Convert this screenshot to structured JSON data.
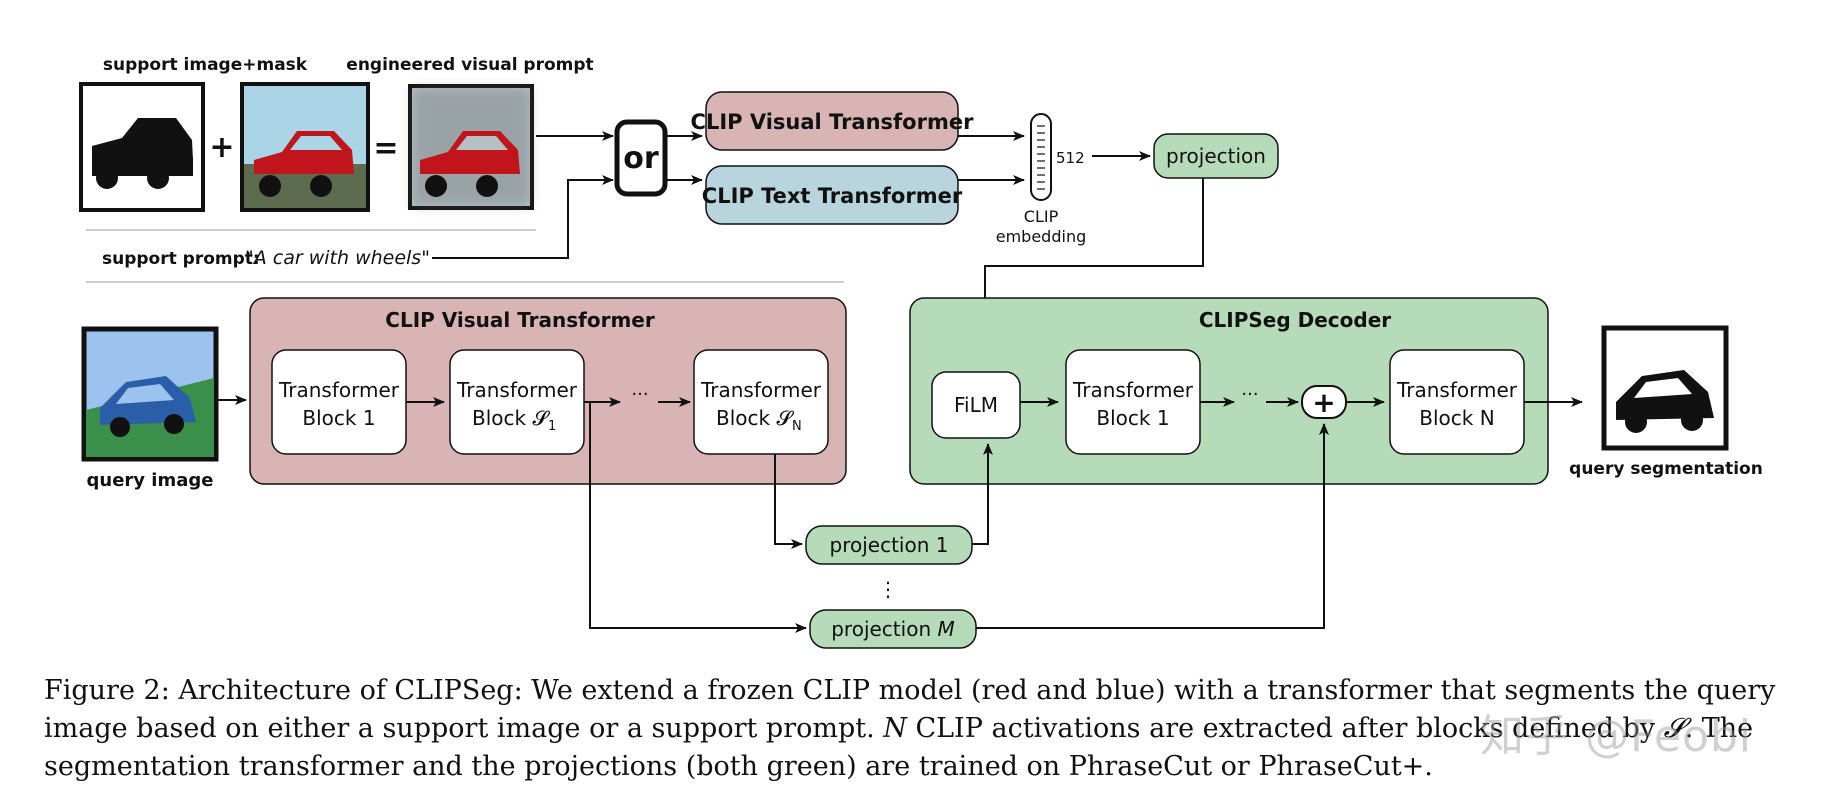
{
  "top": {
    "support_image_mask_label": "support image+mask",
    "engineered_prompt_label": "engineered visual prompt",
    "plus_sign": "+",
    "equals_sign": "=",
    "or_label": "or",
    "support_prompt_label": "support prompt:",
    "support_prompt_text": "\"A car with wheels\"",
    "clip_visual_transformer": "CLIP Visual Transformer",
    "clip_text_transformer": "CLIP Text Transformer",
    "embedding_dim": "512",
    "clip_embedding_line1": "CLIP",
    "clip_embedding_line2": "embedding",
    "projection": "projection"
  },
  "bottom": {
    "query_image_label": "query image",
    "encoder_title": "CLIP Visual Transformer",
    "block1_line1": "Transformer",
    "block1_line2": "Block 1",
    "blockS1_line1": "Transformer",
    "blockS1_line2": "Block 𝓢",
    "blockS1_sub": "1",
    "ellipsis": "···",
    "blockSN_line1": "Transformer",
    "blockSN_line2": "Block 𝓢",
    "blockSN_sub": "N",
    "decoder_title": "CLIPSeg Decoder",
    "film": "FiLM",
    "dec_block1_line1": "Transformer",
    "dec_block1_line2": "Block 1",
    "dec_ellipsis": "···",
    "add_symbol": "+",
    "dec_blockN_line1": "Transformer",
    "dec_blockN_line2": "Block N",
    "query_segmentation_label": "query segmentation",
    "projection_1": "projection 1",
    "vertical_dots": "⋮",
    "projection_m_prefix": "projection ",
    "projection_m_var": "M"
  },
  "caption": {
    "lead": "Figure 2: Architecture of CLIPSeg: We extend a frozen CLIP model (red and blue) with a transformer that segments the query image based on either a support image or a support prompt. ",
    "var_n": "N",
    "middle": " CLIP activations are extracted after blocks defined by ",
    "var_s": "𝓢",
    "tail": ". The segmentation transformer and the projections (both green) are trained on PhraseCut or PhraseCut+."
  },
  "watermark": "知乎 @Feobi",
  "colors": {
    "clip_visual": "#d8b4b4",
    "clip_text": "#b8d5dd",
    "green": "#b6dbb8",
    "sky": "#a9d5e6",
    "ground": "#5d6b4f",
    "car_red": "#c0161b",
    "query_sky": "#9cc3ee",
    "query_ground": "#3a8f4b",
    "query_car": "#2a5ea8"
  },
  "icons": [
    "car-silhouette-icon",
    "masked-car-icon",
    "query-car-icon",
    "segmentation-car-icon"
  ]
}
